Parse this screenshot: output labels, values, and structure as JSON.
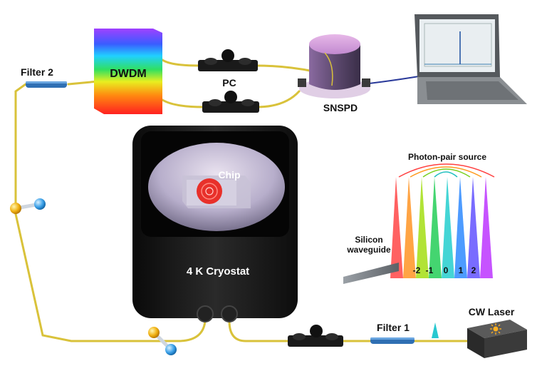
{
  "labels": {
    "filter2": "Filter 2",
    "dwdm": "DWDM",
    "pc": "PC",
    "snspd": "SNSPD",
    "chip": "Chip",
    "cryostat": "4 K Cryostat",
    "photon_pair_source": "Photon-pair source",
    "silicon_waveguide_line1": "Silicon",
    "silicon_waveguide_line2": "waveguide",
    "filter1": "Filter 1",
    "cw_laser": "CW Laser"
  },
  "modes": [
    "-2",
    "-1",
    "0",
    "1",
    "2"
  ],
  "colors": {
    "fiber": "#d9c23a",
    "cryostat": "#121212",
    "ring": "#e8302a",
    "laser_box": "#3a3a3a",
    "filter": "#2f6fb3"
  },
  "icons": {
    "laptop": "laptop-icon",
    "detector": "snspd-detector-icon",
    "polarization_controller": "polarization-controller-icon",
    "laser": "laser-source-icon",
    "photon": "photon-pair-icon"
  }
}
